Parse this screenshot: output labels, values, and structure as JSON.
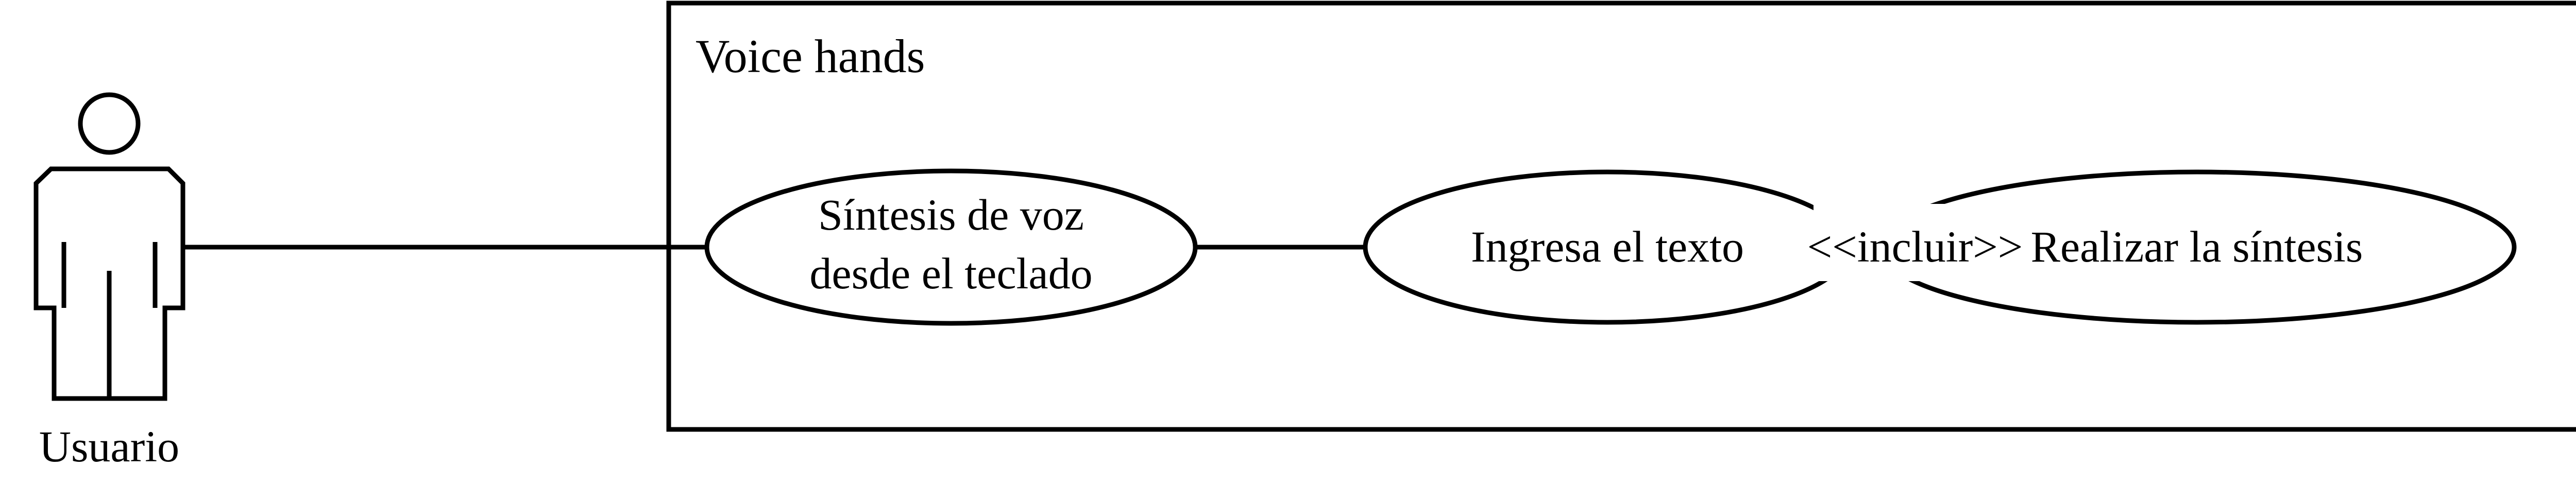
{
  "system": {
    "title": "Voice hands"
  },
  "actor": {
    "name": "Usuario"
  },
  "use_cases": {
    "synthesis": {
      "line1": "Síntesis de voz",
      "line2": "desde el teclado"
    },
    "input_text": {
      "label": "Ingresa el texto"
    },
    "perform_synthesis": {
      "label": "Realizar la síntesis"
    }
  },
  "relationships": {
    "include_label": "<<incluir>>"
  },
  "colors": {
    "stroke": "#000000",
    "background": "#ffffff"
  }
}
